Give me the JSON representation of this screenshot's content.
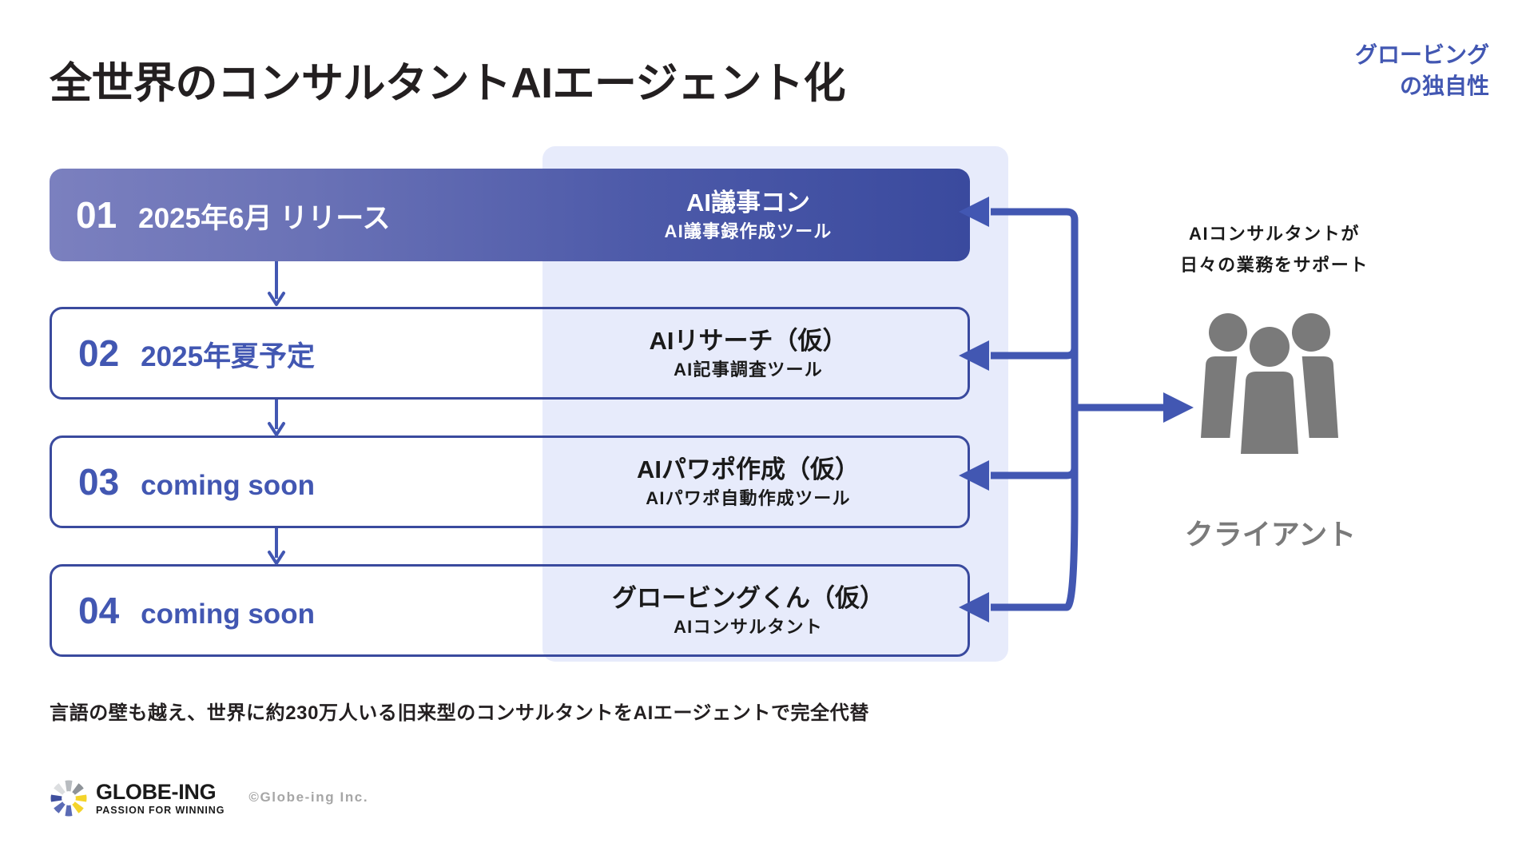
{
  "slide": {
    "title": "全世界のコンサルタントAIエージェント化",
    "corner_heading_line1": "グロービング",
    "corner_heading_line2": "の独自性",
    "footnote": "言語の壁も越え、世界に約230万人いる旧来型のコンサルタントをAIエージェントで完全代替"
  },
  "colors": {
    "accent_blue": "#4257b2",
    "border_blue": "#3a4a9e",
    "panel_bg": "#e7ebfb",
    "gradient_from": "#7b80bf",
    "gradient_to": "#3a4a9e",
    "gray_icon": "#7a7a7a",
    "text_dark": "#231f20"
  },
  "timeline": {
    "rows": [
      {
        "number": "01",
        "when": "2025年6月 リリース",
        "tool_name": "AI議事コン",
        "tool_desc": "AI議事録作成ツール",
        "state": "active"
      },
      {
        "number": "02",
        "when": "2025年夏予定",
        "tool_name": "AIリサーチ（仮）",
        "tool_desc": "AI記事調査ツール",
        "state": "plain"
      },
      {
        "number": "03",
        "when": "coming soon",
        "tool_name": "AIパワポ作成（仮）",
        "tool_desc": "AIパワポ自動作成ツール",
        "state": "plain"
      },
      {
        "number": "04",
        "when": "coming soon",
        "tool_name": "グロービングくん（仮）",
        "tool_desc": "AIコンサルタント",
        "state": "plain"
      }
    ]
  },
  "client": {
    "support_line1": "AIコンサルタントが",
    "support_line2": "日々の業務をサポート",
    "label": "クライアント"
  },
  "logo": {
    "name": "GLOBE-ING",
    "tagline": "PASSION FOR WINNING",
    "copyright": "©Globe-ing Inc."
  }
}
